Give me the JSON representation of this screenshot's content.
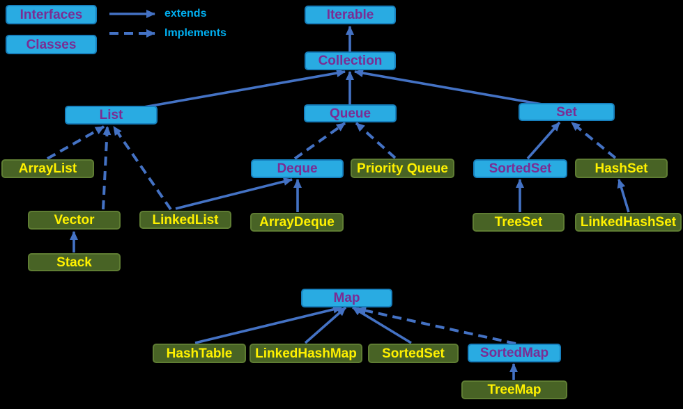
{
  "legend": {
    "interfaces_label": "Interfaces",
    "classes_label": "Classes",
    "extends_label": "extends",
    "implements_label": "Implements"
  },
  "nodes": {
    "iterable": {
      "label": "Iterable",
      "kind": "interface"
    },
    "collection": {
      "label": "Collection",
      "kind": "interface"
    },
    "list": {
      "label": "List",
      "kind": "interface"
    },
    "queue": {
      "label": "Queue",
      "kind": "interface"
    },
    "set": {
      "label": "Set",
      "kind": "interface"
    },
    "deque": {
      "label": "Deque",
      "kind": "interface"
    },
    "sorted_set_interface": {
      "label": "SortedSet",
      "kind": "interface"
    },
    "map": {
      "label": "Map",
      "kind": "interface"
    },
    "sorted_map": {
      "label": "SortedMap",
      "kind": "interface"
    },
    "array_list": {
      "label": "ArrayList",
      "kind": "class"
    },
    "vector": {
      "label": "Vector",
      "kind": "class"
    },
    "stack": {
      "label": "Stack",
      "kind": "class"
    },
    "linked_list": {
      "label": "LinkedList",
      "kind": "class"
    },
    "priority_queue": {
      "label": "Priority Queue",
      "kind": "class"
    },
    "array_deque": {
      "label": "ArrayDeque",
      "kind": "class"
    },
    "hash_set": {
      "label": "HashSet",
      "kind": "class"
    },
    "tree_set": {
      "label": "TreeSet",
      "kind": "class"
    },
    "linked_hash_set": {
      "label": "LinkedHashSet",
      "kind": "class"
    },
    "hash_table": {
      "label": "HashTable",
      "kind": "class"
    },
    "linked_hash_map": {
      "label": "LinkedHashMap",
      "kind": "class"
    },
    "sorted_set_class": {
      "label": "SortedSet",
      "kind": "class"
    },
    "tree_map": {
      "label": "TreeMap",
      "kind": "class"
    }
  },
  "edges": [
    {
      "from": "Collection",
      "to": "Iterable",
      "style": "solid",
      "relation": "extends"
    },
    {
      "from": "List",
      "to": "Collection",
      "style": "solid",
      "relation": "extends"
    },
    {
      "from": "Queue",
      "to": "Collection",
      "style": "solid",
      "relation": "extends"
    },
    {
      "from": "Set",
      "to": "Collection",
      "style": "solid",
      "relation": "extends"
    },
    {
      "from": "ArrayList",
      "to": "List",
      "style": "dashed",
      "relation": "implements"
    },
    {
      "from": "Vector",
      "to": "List",
      "style": "dashed",
      "relation": "implements"
    },
    {
      "from": "LinkedList",
      "to": "List",
      "style": "dashed",
      "relation": "implements"
    },
    {
      "from": "Stack",
      "to": "Vector",
      "style": "solid",
      "relation": "extends"
    },
    {
      "from": "LinkedList",
      "to": "Deque",
      "style": "solid",
      "relation": "extends"
    },
    {
      "from": "Deque",
      "to": "Queue",
      "style": "dashed",
      "relation": "implements"
    },
    {
      "from": "Priority Queue",
      "to": "Queue",
      "style": "dashed",
      "relation": "implements"
    },
    {
      "from": "ArrayDeque",
      "to": "Deque",
      "style": "solid",
      "relation": "extends"
    },
    {
      "from": "SortedSet",
      "to": "Set",
      "style": "solid",
      "relation": "extends"
    },
    {
      "from": "HashSet",
      "to": "Set",
      "style": "dashed",
      "relation": "implements"
    },
    {
      "from": "TreeSet",
      "to": "SortedSet",
      "style": "solid",
      "relation": "extends"
    },
    {
      "from": "LinkedHashSet",
      "to": "HashSet",
      "style": "solid",
      "relation": "extends"
    },
    {
      "from": "HashTable",
      "to": "Map",
      "style": "solid",
      "relation": "extends"
    },
    {
      "from": "LinkedHashMap",
      "to": "Map",
      "style": "solid",
      "relation": "extends"
    },
    {
      "from": "SortedSet (class)",
      "to": "Map",
      "style": "solid",
      "relation": "extends"
    },
    {
      "from": "SortedMap",
      "to": "Map",
      "style": "dashed",
      "relation": "implements"
    },
    {
      "from": "TreeMap",
      "to": "SortedMap",
      "style": "solid",
      "relation": "extends"
    }
  ],
  "colors": {
    "background": "#000000",
    "interface_box_fill": "#29ABE2",
    "interface_box_border": "#1780BE",
    "interface_label_text": "#7B2C93",
    "class_box_fill": "#486325",
    "class_box_border": "#5F7D33",
    "class_label_text": "#FFF100",
    "arrow": "#4472C4",
    "legend_text": "#00AEEF"
  }
}
